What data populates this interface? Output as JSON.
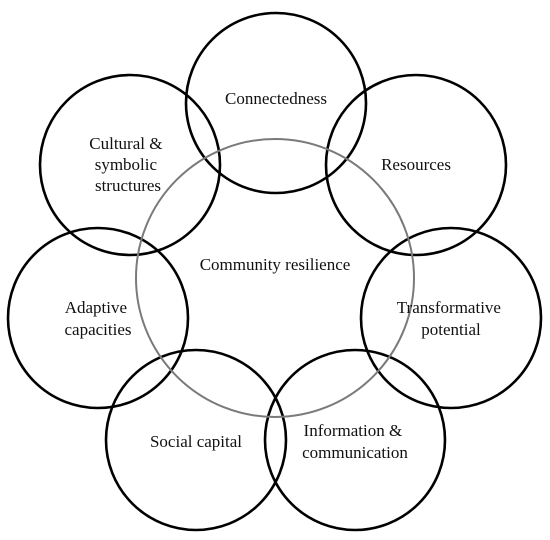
{
  "diagram": {
    "center": {
      "label": "Community resilience",
      "stroke": "#7a7a7a"
    },
    "components": [
      {
        "id": "connectedness",
        "lines": [
          "Connectedness"
        ]
      },
      {
        "id": "resources",
        "lines": [
          "Resources"
        ]
      },
      {
        "id": "transformative-potential",
        "lines": [
          "Transformative",
          "potential"
        ]
      },
      {
        "id": "information-communication",
        "lines": [
          "Information &",
          "communication"
        ]
      },
      {
        "id": "social-capital",
        "lines": [
          "Social capital"
        ]
      },
      {
        "id": "adaptive-capacities",
        "lines": [
          "Adaptive",
          "capacities"
        ]
      },
      {
        "id": "cultural-symbolic-structures",
        "lines": [
          "Cultural &",
          "symbolic",
          "structures"
        ]
      }
    ],
    "colors": {
      "outer_stroke": "#000000",
      "text": "#111111",
      "background": "#ffffff"
    }
  }
}
